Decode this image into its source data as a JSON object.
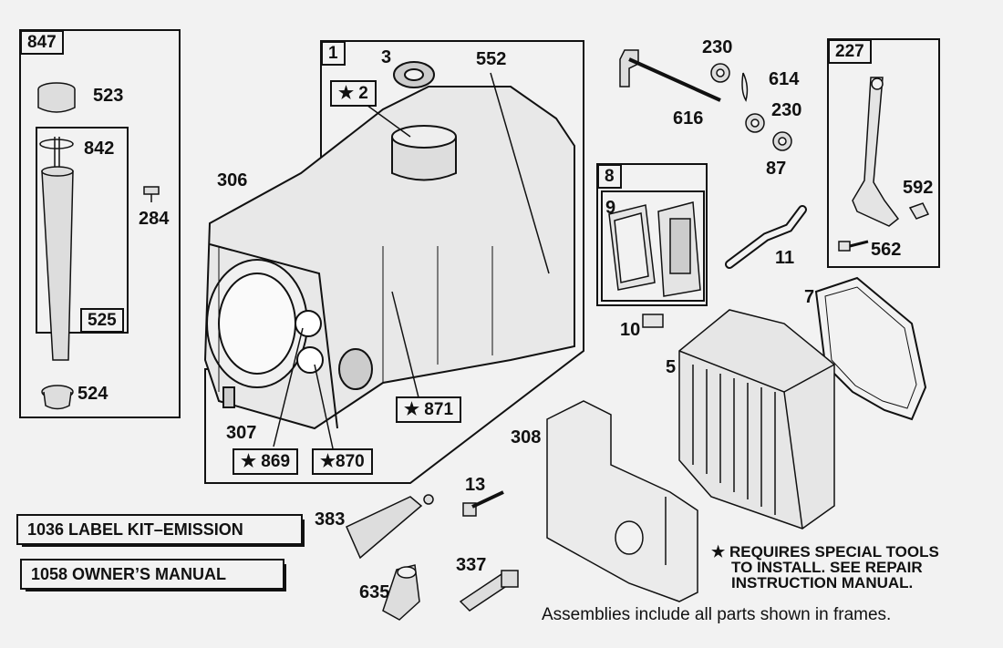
{
  "frames": {
    "f847": "847",
    "f525": "525",
    "f1": "1",
    "f8": "8",
    "f227": "227"
  },
  "parts": {
    "p3": "3",
    "p552": "552",
    "p523": "523",
    "p842": "842",
    "p284": "284",
    "p524": "524",
    "p306": "306",
    "p307": "307",
    "p230a": "230",
    "p614": "614",
    "p616": "616",
    "p230b": "230",
    "p87": "87",
    "p9": "9",
    "p11": "11",
    "p10": "10",
    "p592": "592",
    "p562": "562",
    "p7": "7",
    "p5": "5",
    "p308": "308",
    "p13": "13",
    "p383": "383",
    "p337": "337",
    "p635": "635"
  },
  "starred": {
    "s2": "★ 2",
    "s871": "★ 871",
    "s869": "★ 869",
    "s870": "★870"
  },
  "kits": {
    "k1036": "1036 LABEL KIT–EMISSION",
    "k1058": "1058 OWNER’S MANUAL"
  },
  "notes": {
    "line1": "★ REQUIRES SPECIAL TOOLS",
    "line2": "TO INSTALL.  SEE REPAIR",
    "line3": "INSTRUCTION MANUAL.",
    "footer": "Assemblies include all parts shown in frames."
  }
}
